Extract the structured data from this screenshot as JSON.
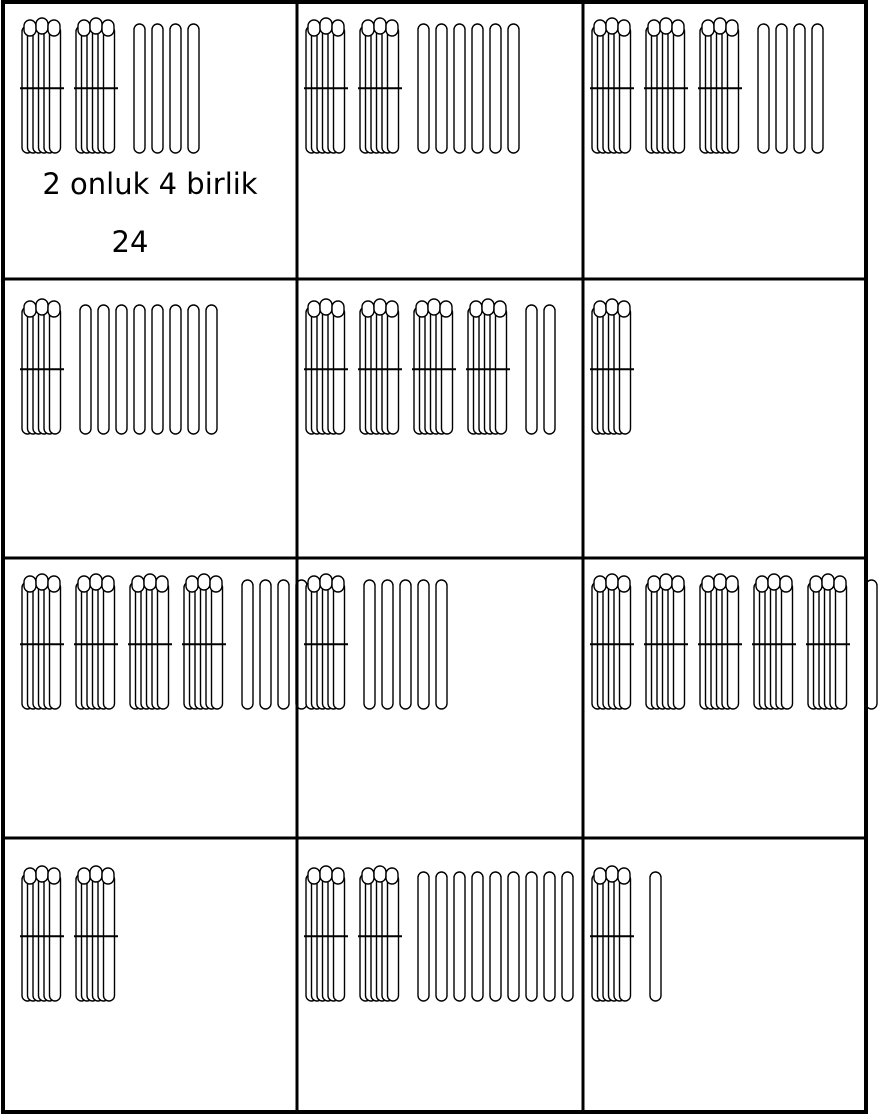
{
  "worksheet": {
    "title": "",
    "example_answer": {
      "text": "2 onluk 4 birlik",
      "number": "24"
    },
    "cells": [
      {
        "tens": 2,
        "ones": 4
      },
      {
        "tens": 2,
        "ones": 6
      },
      {
        "tens": 3,
        "ones": 4
      },
      {
        "tens": 1,
        "ones": 8
      },
      {
        "tens": 4,
        "ones": 2
      },
      {
        "tens": 1,
        "ones": 0
      },
      {
        "tens": 4,
        "ones": 4
      },
      {
        "tens": 1,
        "ones": 5
      },
      {
        "tens": 5,
        "ones": 1
      },
      {
        "tens": 2,
        "ones": 0
      },
      {
        "tens": 2,
        "ones": 9
      },
      {
        "tens": 1,
        "ones": 1
      }
    ]
  }
}
